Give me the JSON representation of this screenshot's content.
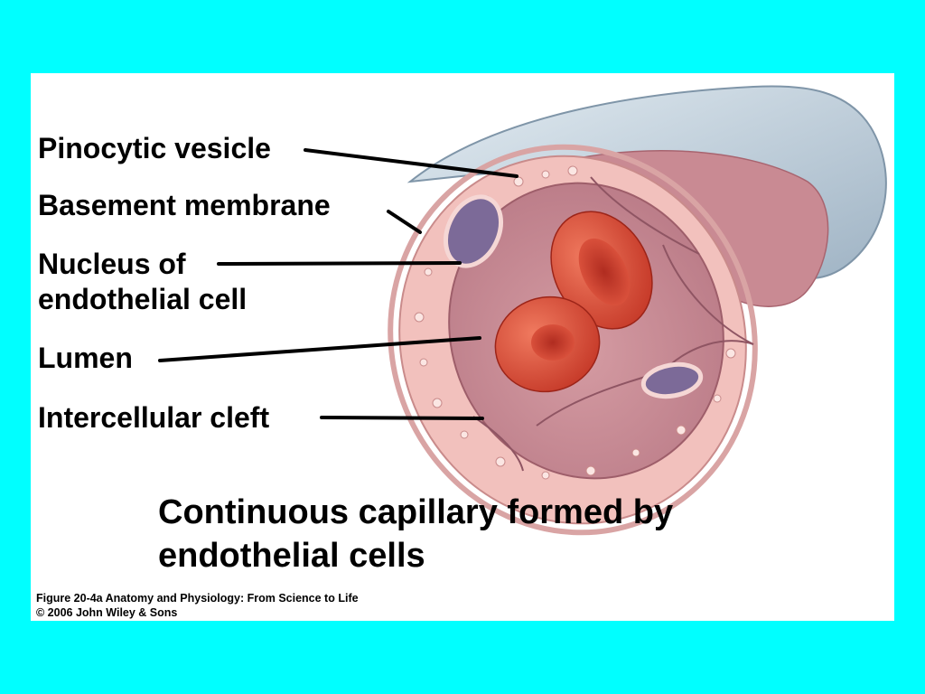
{
  "labels": {
    "pinocytic_vesicle": "Pinocytic vesicle",
    "basement_membrane": "Basement membrane",
    "nucleus_line1": "Nucleus of",
    "nucleus_line2": "endothelial cell",
    "lumen": "Lumen",
    "intercellular_cleft": "Intercellular cleft"
  },
  "caption": {
    "line1": "Continuous capillary formed by",
    "line2": "endothelial cells"
  },
  "credit": {
    "line1": "Figure 20-4a  Anatomy and Physiology: From Science to Life",
    "line2": "© 2006 John Wiley & Sons"
  },
  "colors": {
    "background": "#00ffff",
    "panel": "#ffffff",
    "wall_outer": "#b9c9d6",
    "endothelium": "#f0b7b5",
    "lumen": "#c98a93",
    "red_blood_cell": "#e04a3a",
    "nucleus": "#7c6a98"
  }
}
